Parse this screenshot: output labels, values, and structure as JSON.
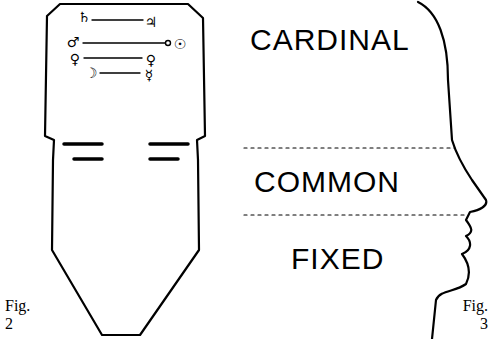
{
  "diagram": {
    "labels": [
      "♄",
      "♃",
      "♂",
      "☉",
      "♀",
      "♀",
      "☽",
      "☿",
      "CARDINAL",
      "COMMON",
      "FIXED",
      "Fig. 2",
      "Fig. 3"
    ]
  }
}
